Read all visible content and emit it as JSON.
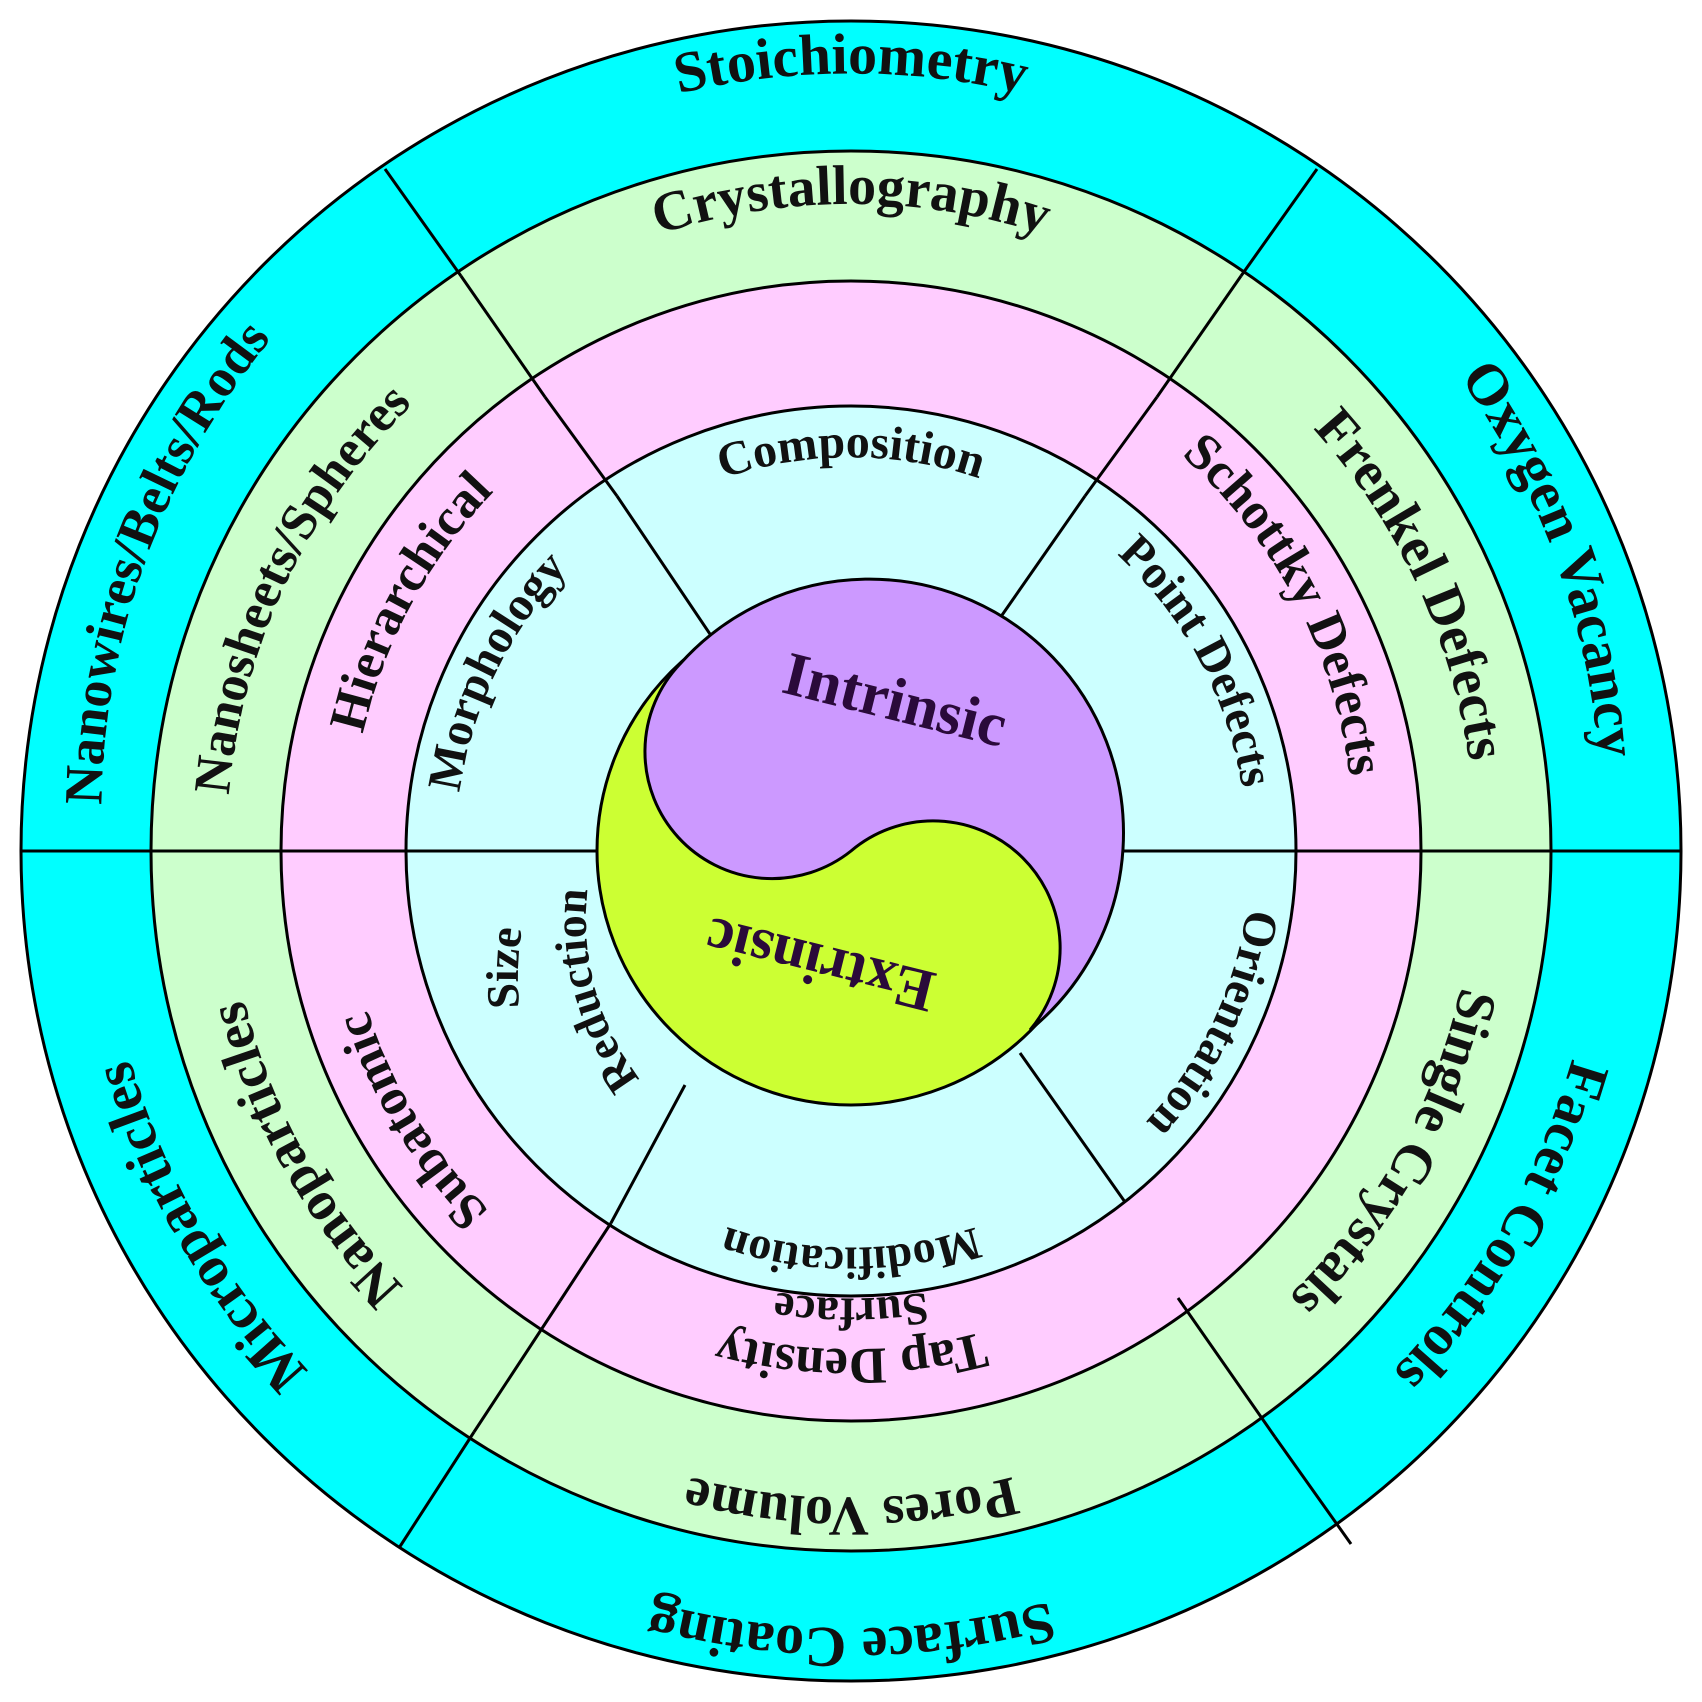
{
  "rings": {
    "outer": {
      "color": "#00ffff",
      "labels": [
        "Stoichiometry",
        "Oxygen Vacancy",
        "Facet Controls",
        "Surface Coating",
        "Microparticles",
        "Nanowires/Belts/Rods"
      ]
    },
    "second": {
      "color": "#ccffcc",
      "labels": [
        "Crystallography",
        "Frenkel Defects",
        "Single Crystals",
        "Pores Volume",
        "Nanoparticles",
        "Nanosheets/Spheres"
      ]
    },
    "third": {
      "color": "#ffccff",
      "labels": [
        "Schottky Defects",
        "Tap Density",
        "Subatomic",
        "Hierarchical"
      ]
    },
    "fourth": {
      "color": "#ccffff",
      "labels": [
        "Composition",
        "Point Defects",
        "Orientation",
        "Surface Modification",
        "Size Reduction",
        "Morphology"
      ]
    }
  },
  "center": {
    "intrinsic": {
      "label": "Intrinsic",
      "color": "#cc99ff"
    },
    "extrinsic": {
      "label": "Extrinsic",
      "color": "#ccff33"
    }
  },
  "line_color": "#000000"
}
